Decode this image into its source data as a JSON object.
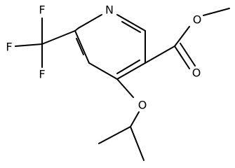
{
  "structure": {
    "atoms": {
      "ring_nitrogen": "N",
      "fluorine_top": "F",
      "fluorine_left": "F",
      "fluorine_bottom": "F",
      "carbonyl_oxygen": "O",
      "ester_oxygen": "O",
      "ether_oxygen": "O"
    }
  }
}
